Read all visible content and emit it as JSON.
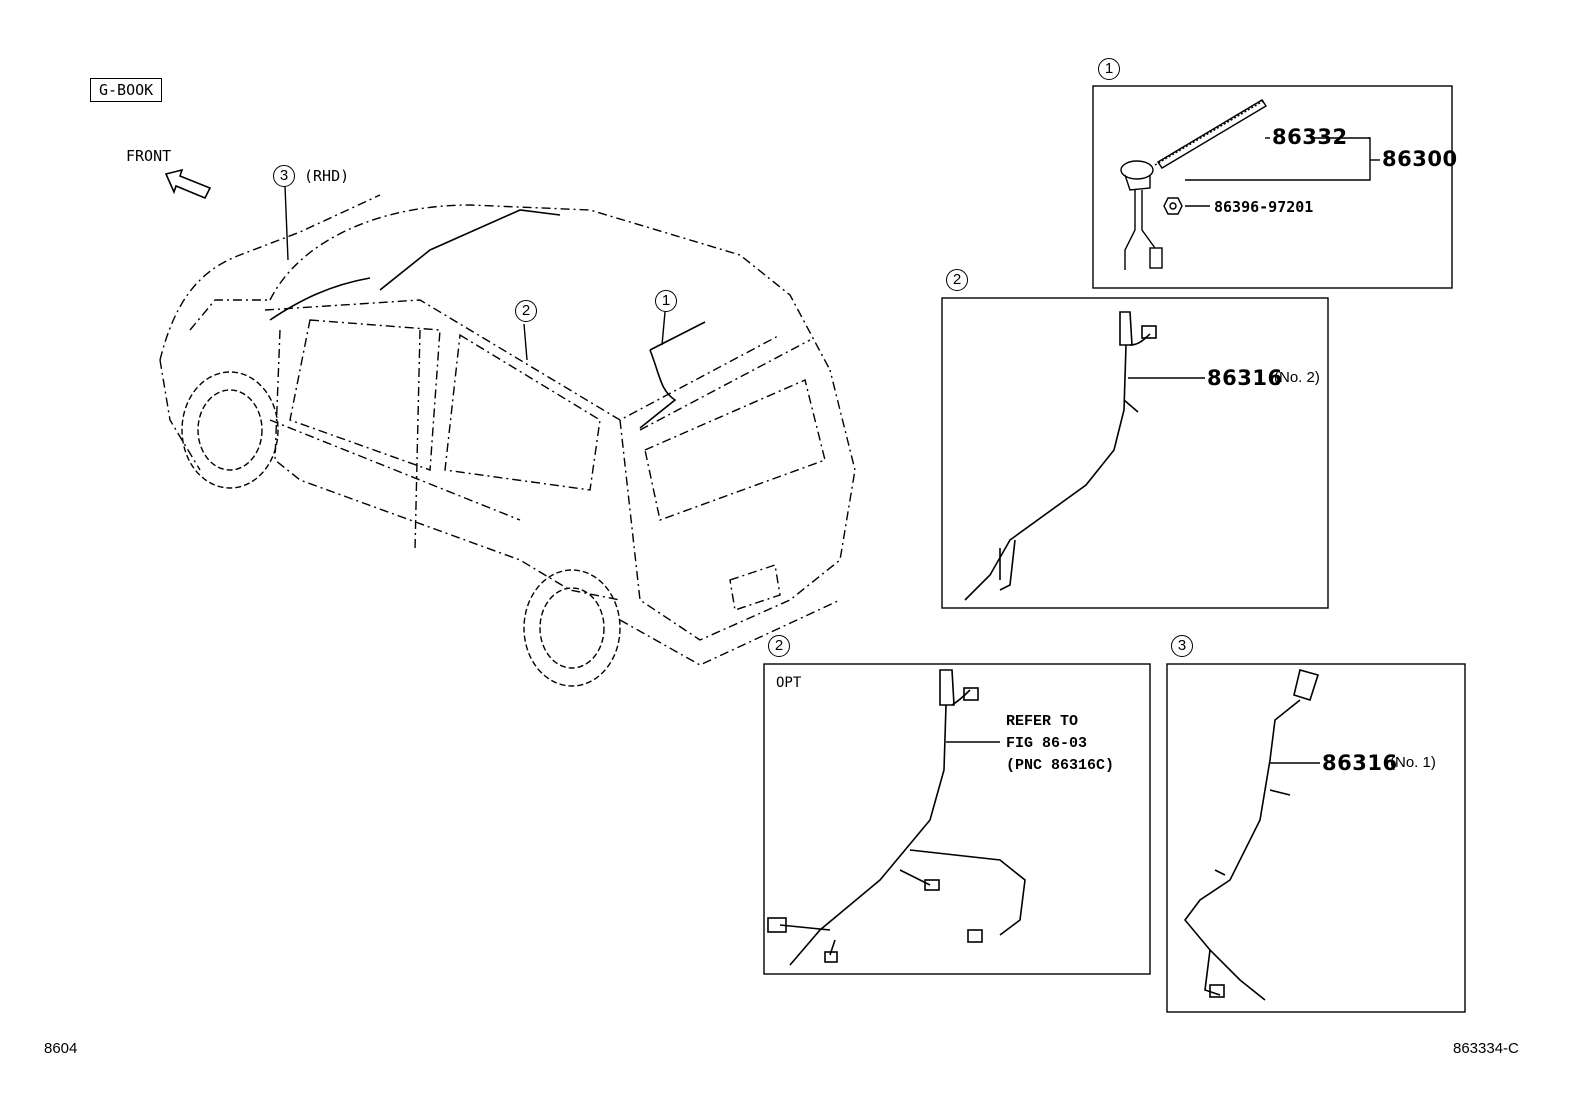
{
  "tag": "G-BOOK",
  "front_label": "FRONT",
  "callouts": {
    "c1": "1",
    "c2": "2",
    "c3": "3",
    "rhd": "(RHD)",
    "p1": "1",
    "p2": "2",
    "p3": "2",
    "p4": "3"
  },
  "panel1": {
    "part_86332": "86332",
    "part_86300": "86300",
    "part_nut": "86396-97201"
  },
  "panel2": {
    "part": "86316",
    "qualifier": "(No. 2)"
  },
  "panel3": {
    "opt": "OPT",
    "refer_line1": "REFER TO",
    "refer_line2": "FIG 86-03",
    "refer_line3": "(PNC 86316C)"
  },
  "panel4": {
    "part": "86316",
    "qualifier": "(No. 1)"
  },
  "footer": {
    "left": "8604",
    "right": "863334-C"
  }
}
